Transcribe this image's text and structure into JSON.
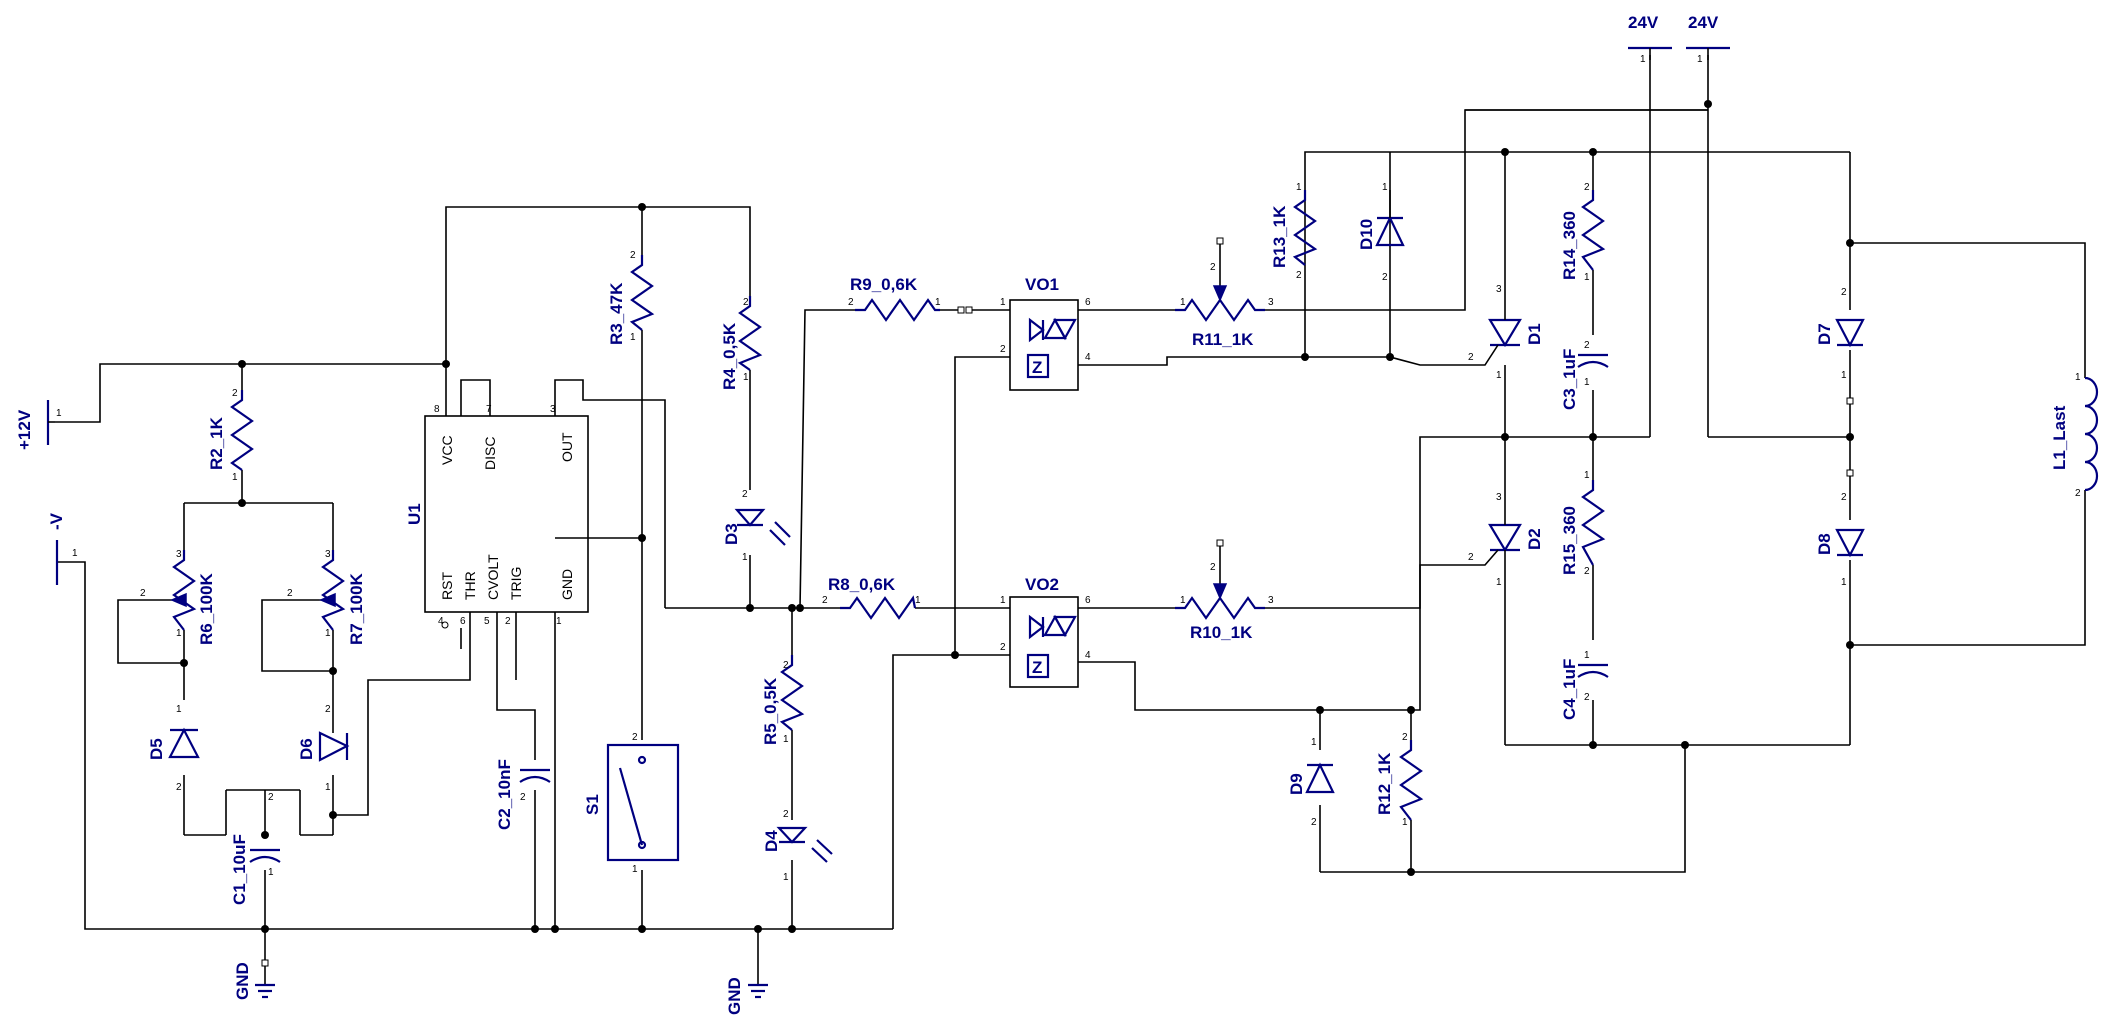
{
  "power": {
    "p12v": "+12V",
    "neg_v": "-V",
    "v24a": "24V",
    "v24b": "24V",
    "gnd_left": "GND",
    "gnd_mid": "GND"
  },
  "u1": {
    "ref": "U1",
    "vcc": "VCC",
    "disc": "DISC",
    "out": "OUT",
    "rst": "RST",
    "thr": "THR",
    "cvolt": "CVOLT",
    "trig": "TRIG",
    "gnd": "GND"
  },
  "components": {
    "r2": "R2_1K",
    "r3": "R3_47K",
    "r4": "R4_0,5K",
    "r5": "R5_0,5K",
    "r6": "R6_100K",
    "r7": "R7_100K",
    "r8": "R8_0,6K",
    "r9": "R9_0,6K",
    "r10": "R10_1K",
    "r11": "R11_1K",
    "r12": "R12_1K",
    "r13": "R13_1K",
    "r14": "R14_360",
    "r15": "R15_360",
    "c1": "C1_10uF",
    "c2": "C2_10nF",
    "c3": "C3_1uF",
    "c4": "C4_1uF",
    "d1": "D1",
    "d2": "D2",
    "d3": "D3",
    "d4": "D4",
    "d5": "D5",
    "d6": "D6",
    "d7": "D7",
    "d8": "D8",
    "d9": "D9",
    "d10": "D10",
    "vo1": "VO1",
    "vo2": "VO2",
    "s1": "S1",
    "l1": "L1_Last",
    "opto_z": "Z"
  }
}
